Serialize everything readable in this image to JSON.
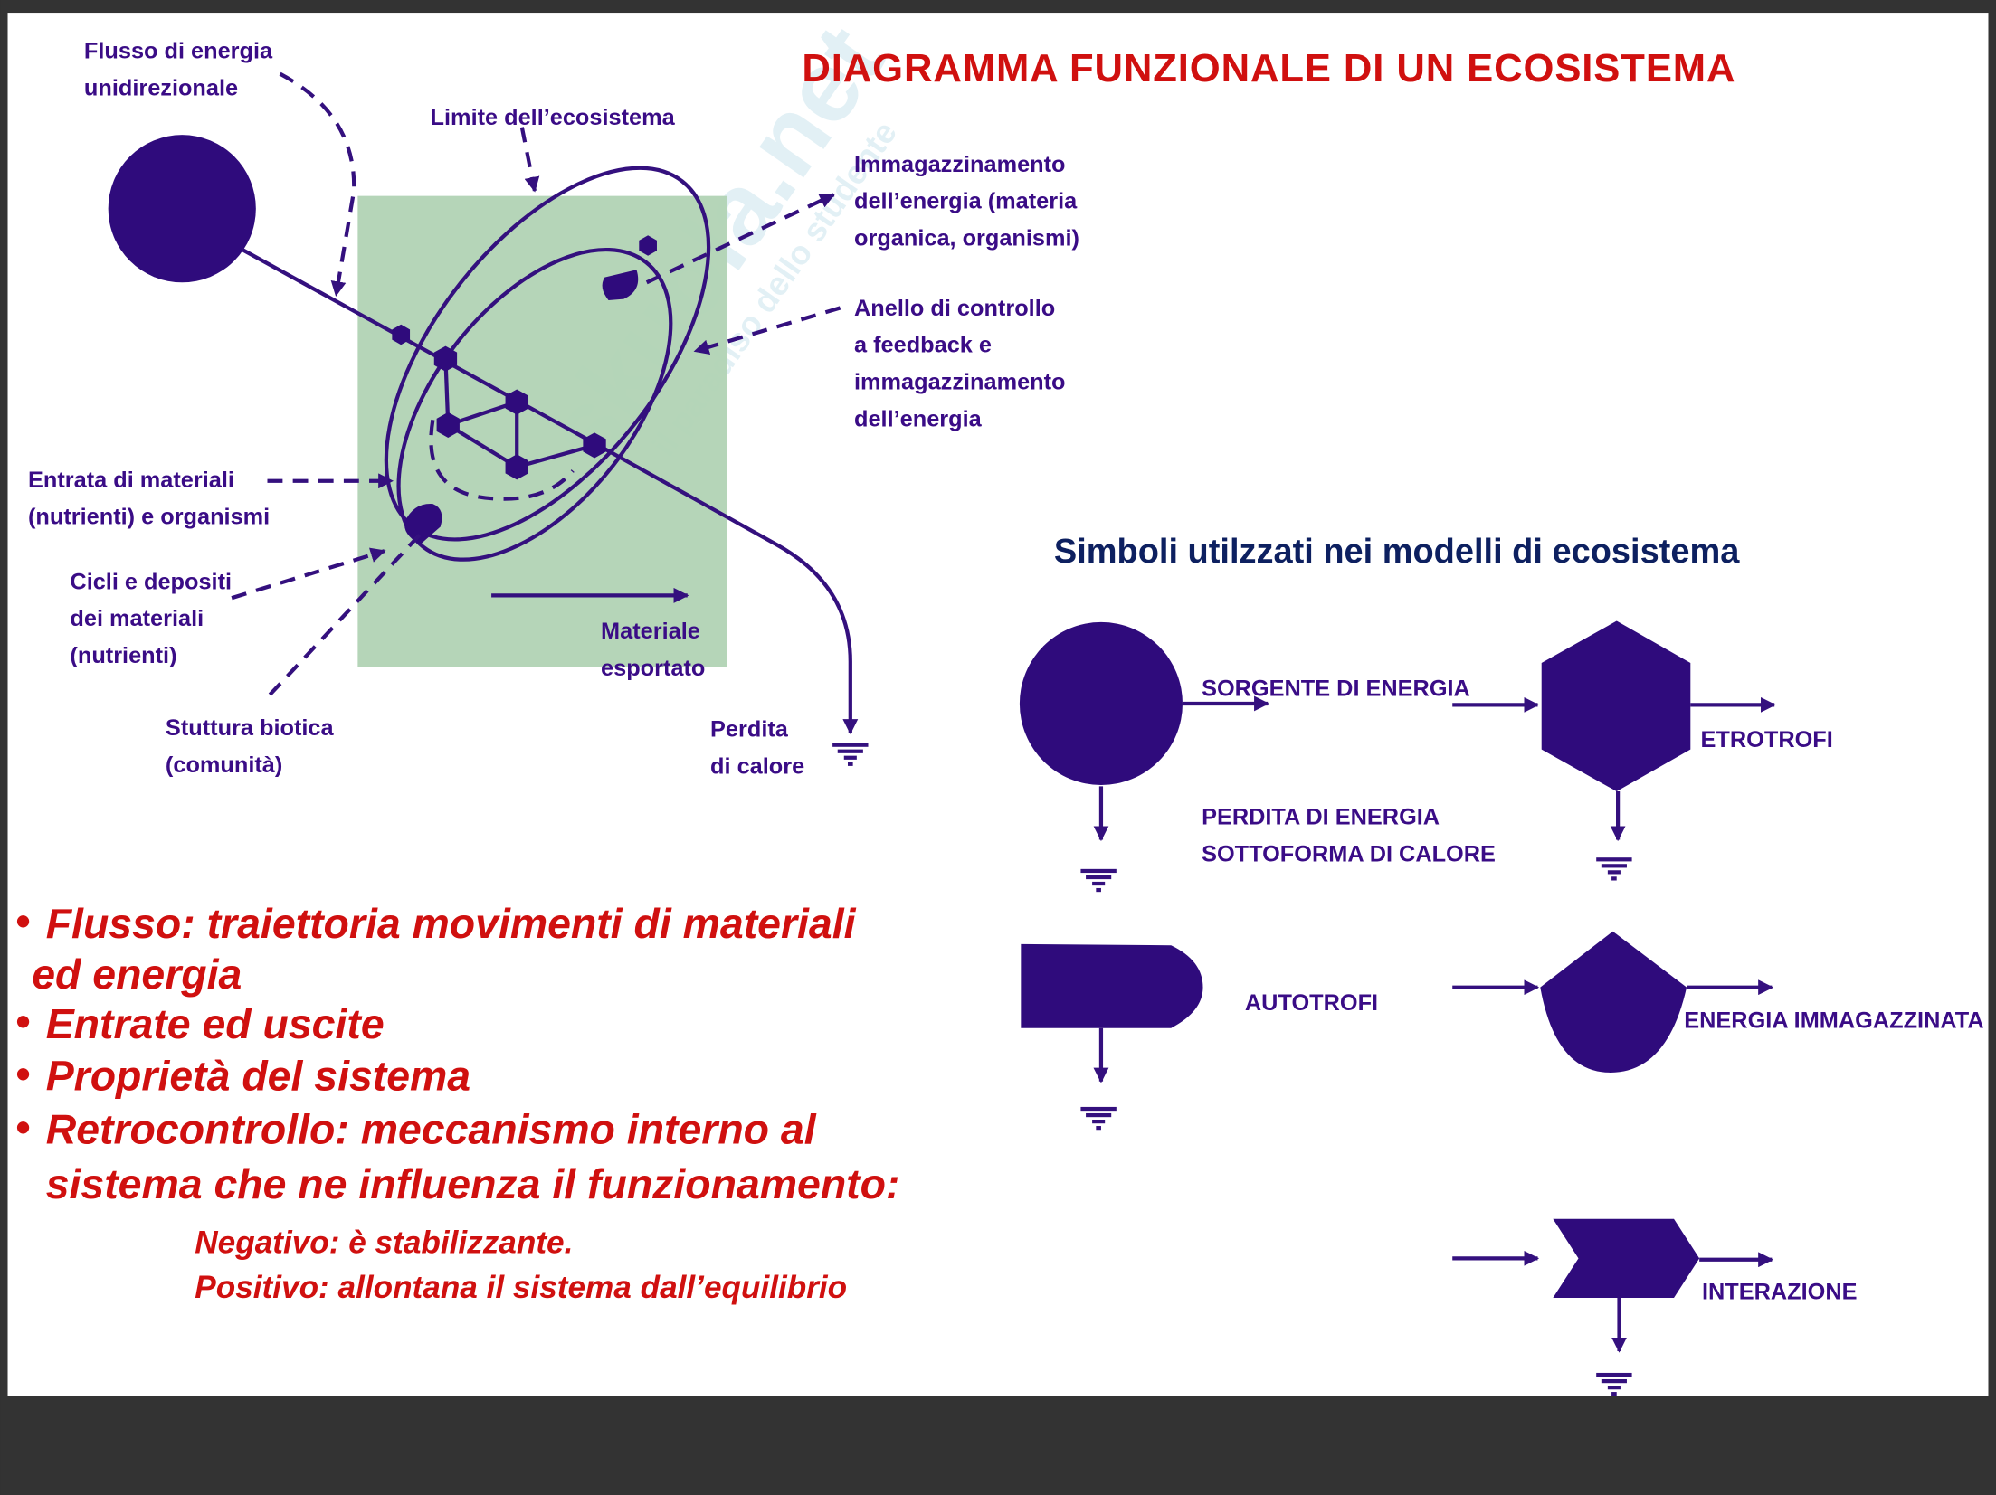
{
  "title": "DIAGRAMMA FUNZIONALE DI UN ECOSISTEMA",
  "watermark": {
    "brand": "skuola.net",
    "tagline": "il paradiso dello studente"
  },
  "diagram_labels": {
    "flusso": [
      "Flusso di energia",
      "unidirezionale"
    ],
    "limite": "Limite dell’ecosistema",
    "immagazzinamento": [
      "Immagazzinamento",
      "dell’energia (materia",
      "organica, organismi)"
    ],
    "anello": [
      "Anello di controllo",
      "a feedback e",
      "immagazzinamento",
      "dell’energia"
    ],
    "entrata": [
      "Entrata di materiali",
      "(nutrienti) e organismi"
    ],
    "cicli": [
      "Cicli e depositi",
      "dei materiali",
      "(nutrienti)"
    ],
    "struttura": [
      "Stuttura biotica",
      "(comunità)"
    ],
    "materiale": [
      "Materiale",
      "esportato"
    ],
    "perdita": [
      "Perdita",
      "di calore"
    ]
  },
  "symbols": {
    "heading": "Simboli utilzzati nei modelli di ecosistema",
    "sorgente": "SORGENTE DI ENERGIA",
    "perdita": [
      "PERDITA DI ENERGIA",
      "SOTTOFORMA DI CALORE"
    ],
    "etrotrofi": "ETROTROFI",
    "autotrofi": "AUTOTROFI",
    "energia_immagazzinata": "ENERGIA IMMAGAZZINATA",
    "interazione": "INTERAZIONE"
  },
  "bullets": {
    "marker": "•",
    "items": [
      "Flusso: traiettoria movimenti di materiali",
      "ed energia",
      "Entrate ed uscite",
      "Proprietà del sistema",
      "Retrocontrollo: meccanismo interno al",
      "sistema che ne influenza il funzionamento:"
    ],
    "sub": [
      "Negativo: è stabilizzante.",
      "Positivo: allontana il sistema dall’equilibrio"
    ]
  },
  "colors": {
    "accent_red": "#d0100f",
    "purple": "#2f0b7c",
    "navy": "#0d2060",
    "green": "#b1d3b4"
  }
}
